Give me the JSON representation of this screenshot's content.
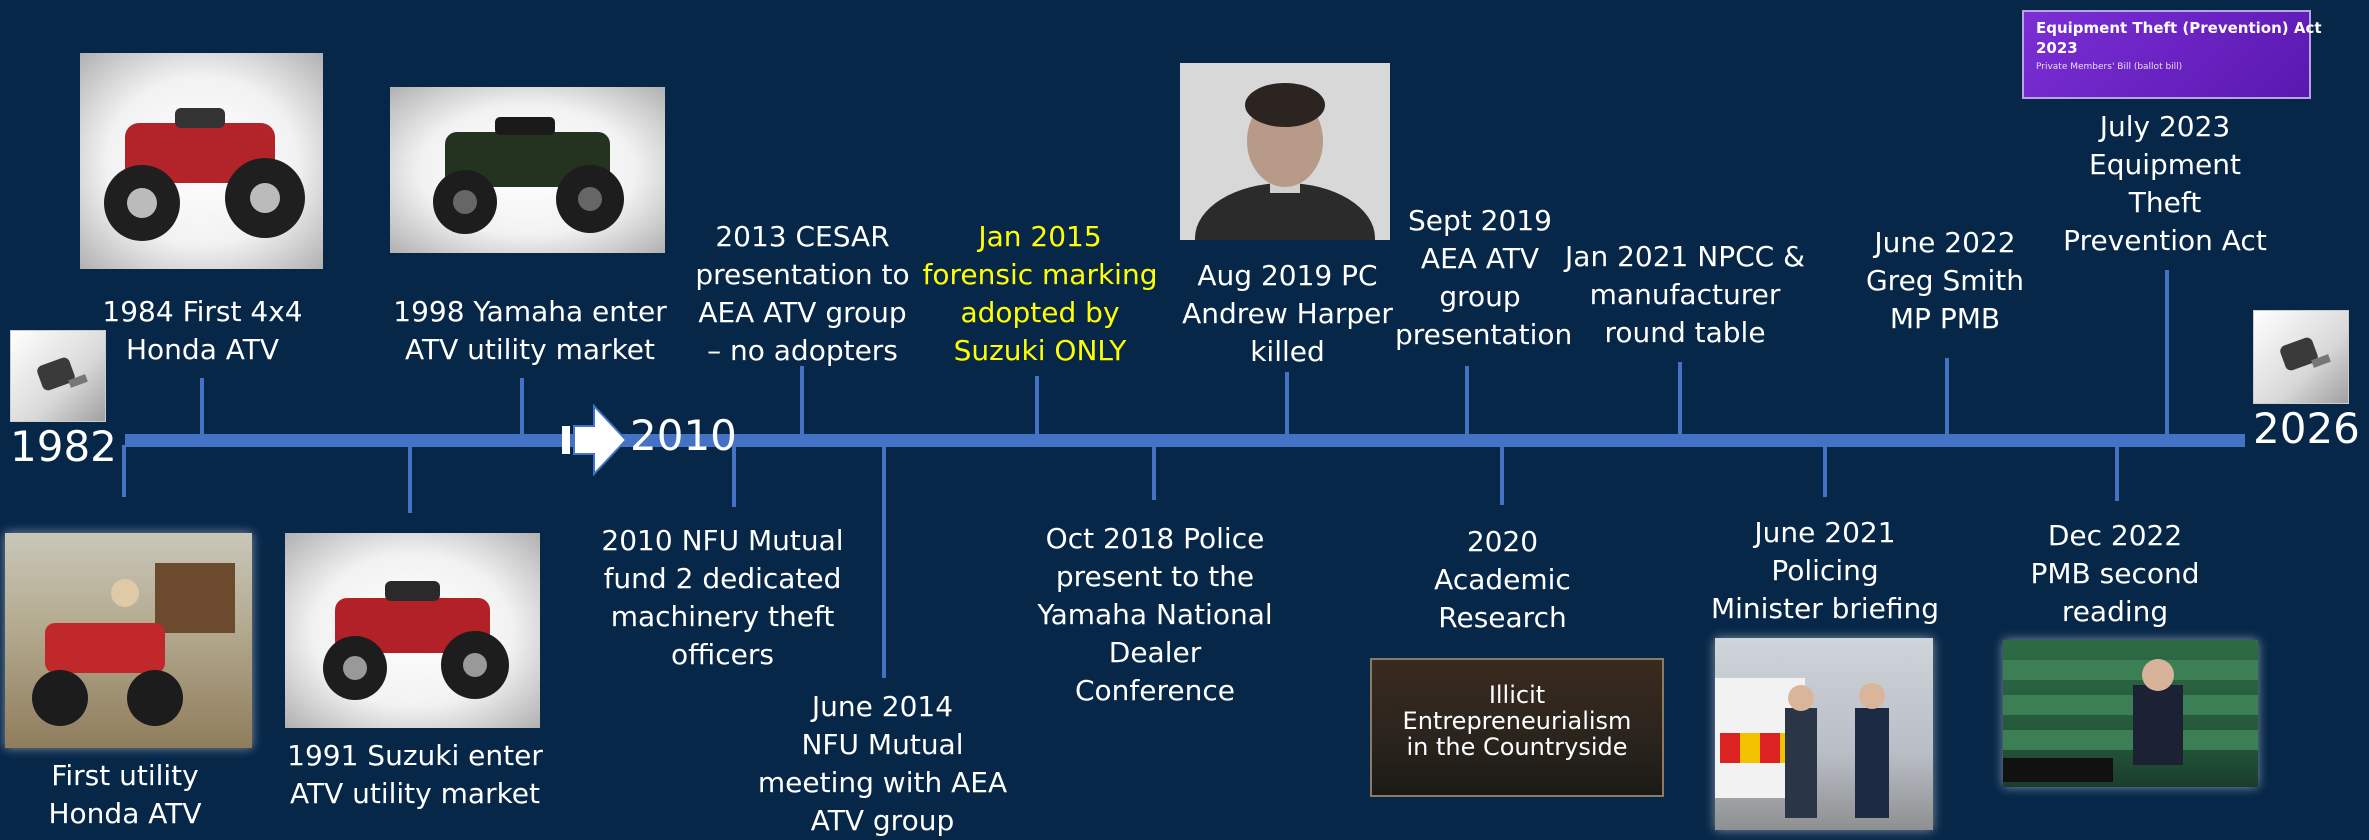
{
  "timeline": {
    "years": {
      "start": "1982",
      "mid": "2010",
      "end": "2026"
    },
    "events": {
      "e1984": "1984 First 4x4\nHonda ATV",
      "e1998": "1998 Yamaha enter\nATV utility market",
      "e2013": "2013 CESAR\npresentation to\nAEA ATV group\n– no adopters",
      "e2015": "Jan 2015\nforensic marking\nadopted by\nSuzuki ONLY",
      "e2019aug": "Aug 2019 PC\nAndrew Harper\nkilled",
      "e2019sep": "Sept 2019\nAEA ATV\ngroup\npresentation",
      "e2021jan": "Jan 2021 NPCC &\nmanufacturer\nround table",
      "e2022jun": "June 2022\nGreg Smith\nMP PMB",
      "e2023jul": "July 2023\nEquipment\nTheft\nPrevention Act",
      "eFirst": "First utility\nHonda ATV",
      "e1991": "1991 Suzuki enter\nATV utility market",
      "e2010": "2010 NFU Mutual\nfund 2 dedicated\nmachinery theft\nofficers",
      "e2014": "June 2014\nNFU Mutual\nmeeting with AEA\nATV group",
      "e2018": "Oct 2018 Police\npresent to the\nYamaha National\nDealer Conference",
      "e2020": "2020\nAcademic\nResearch",
      "e2021jun": "June 2021\nPolicing\nMinister briefing",
      "e2022dec": "Dec 2022\nPMB second\nreading"
    },
    "images": {
      "act_title": "Equipment Theft (Prevention) Act 2023",
      "act_sub": "Private Members' Bill (ballot bill)",
      "research_title": "Illicit Entrepreneurialism\nin the Countryside"
    },
    "colors": {
      "background": "#072749",
      "axis": "#4472c4",
      "highlight": "#ffff00"
    }
  }
}
